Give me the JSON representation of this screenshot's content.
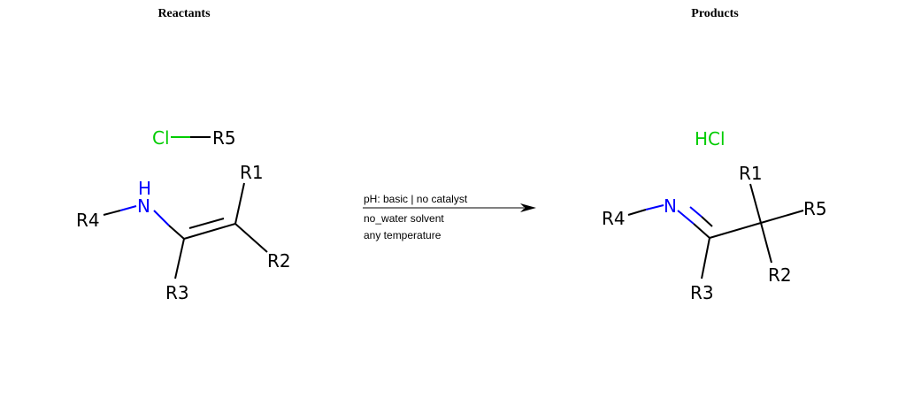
{
  "reactants_title": "Reactants",
  "products_title": "Products",
  "colors": {
    "chlorine": "#00cc00",
    "nitrogen": "#0000ff",
    "bond": "#000000"
  },
  "reactant1": {
    "atoms": {
      "cl": "Cl",
      "r5": "R5"
    }
  },
  "reactant2": {
    "atoms": {
      "h": "H",
      "n": "N",
      "r1": "R1",
      "r2": "R2",
      "r3": "R3",
      "r4": "R4"
    }
  },
  "conditions": {
    "line1": "pH: basic | no catalyst",
    "line2": "no_water solvent",
    "line3": "any temperature"
  },
  "product1": {
    "atoms": {
      "hcl": "HCl"
    }
  },
  "product2": {
    "atoms": {
      "n": "N",
      "r1": "R1",
      "r2": "R2",
      "r3": "R3",
      "r4": "R4",
      "r5": "R5"
    }
  }
}
